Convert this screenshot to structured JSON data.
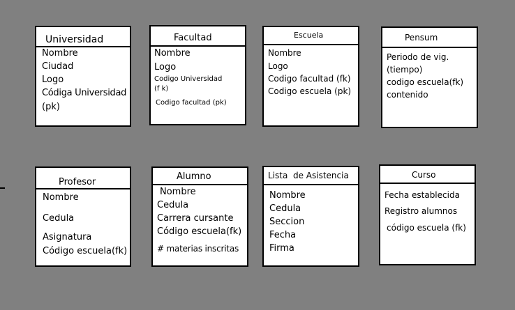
{
  "entities": [
    {
      "title": "Universidad",
      "attributes": [
        "Nombre",
        "Ciudad",
        "Logo",
        "Códiga Universidad",
        "(pk)"
      ]
    },
    {
      "title": "Facultad",
      "attributes": [
        "Nombre",
        "Logo",
        "Codigo Universidad",
        "(f k)",
        "Codigo facultad (pk)"
      ]
    },
    {
      "title": "Escuela",
      "attributes": [
        "Nombre",
        "Logo",
        "Codigo facultad (fk)",
        "Codigo escuela (pk)"
      ]
    },
    {
      "title": "Pensum",
      "attributes": [
        "Periodo de vig.",
        "(tiempo)",
        "codigo escuela(fk)",
        "contenido"
      ]
    },
    {
      "title": "Profesor",
      "attributes": [
        "Nombre",
        "Cedula",
        "Asignatura",
        "Código escuela(fk)"
      ]
    },
    {
      "title": "Alumno",
      "attributes": [
        "Nombre",
        "Cedula",
        "Carrera cursante",
        "Código escuela(fk)",
        "# materias inscritas"
      ]
    },
    {
      "title": "Lista  de Asistencia",
      "attributes": [
        "Nombre",
        "Cedula",
        "Seccion",
        "Fecha",
        "Firma"
      ]
    },
    {
      "title": "Curso",
      "attributes": [
        "Fecha establecida",
        "Registro alumnos",
        "código escuela (fk)"
      ]
    }
  ]
}
